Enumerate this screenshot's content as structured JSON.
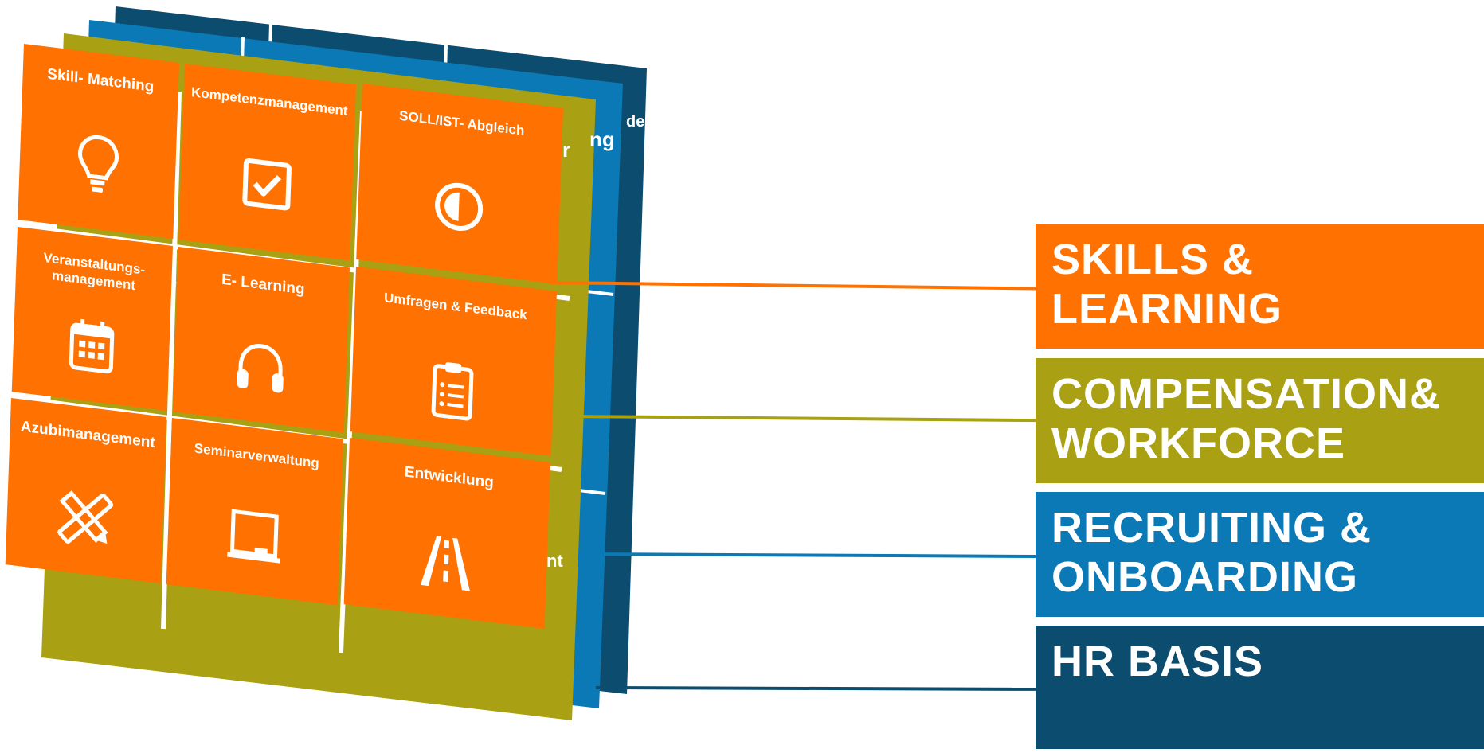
{
  "colors": {
    "orange": "#FF7100",
    "olive": "#A9A014",
    "blue": "#0A79B5",
    "navy": "#0C4C6E",
    "tile_gap_blue": "#1779B6",
    "white": "#FFFFFF"
  },
  "categories": [
    {
      "label": "SKILLS &\nLEARNING",
      "color": "#FF7100"
    },
    {
      "label": "COMPENSATION&\nWORKFORCE",
      "color": "#A9A014"
    },
    {
      "label": "RECRUITING &\nONBOARDING",
      "color": "#0A79B5"
    },
    {
      "label": "HR BASIS",
      "color": "#0C4C6E"
    }
  ],
  "tiles": [
    {
      "label": "Skill- Matching",
      "icon": "lightbulb-icon"
    },
    {
      "label": "Kompetenzmanagement",
      "icon": "checkbox-icon"
    },
    {
      "label": "SOLL/IST- Abgleich",
      "icon": "half-circle-icon"
    },
    {
      "label": "Veranstaltungs-\nmanagement",
      "icon": "calendar-icon"
    },
    {
      "label": "E- Learning",
      "icon": "headphones-icon"
    },
    {
      "label": "Umfragen & Feedback",
      "icon": "clipboard-icon"
    },
    {
      "label": "Azubimanagement",
      "icon": "pencil-ruler-icon"
    },
    {
      "label": "Seminarverwaltung",
      "icon": "whiteboard-icon"
    },
    {
      "label": "Entwicklung",
      "icon": "road-icon"
    }
  ],
  "peek_fragments": [
    {
      "text": "der"
    },
    {
      "text": "ng"
    },
    {
      "text": "r"
    },
    {
      "text": "er"
    },
    {
      "text": "nt"
    }
  ]
}
